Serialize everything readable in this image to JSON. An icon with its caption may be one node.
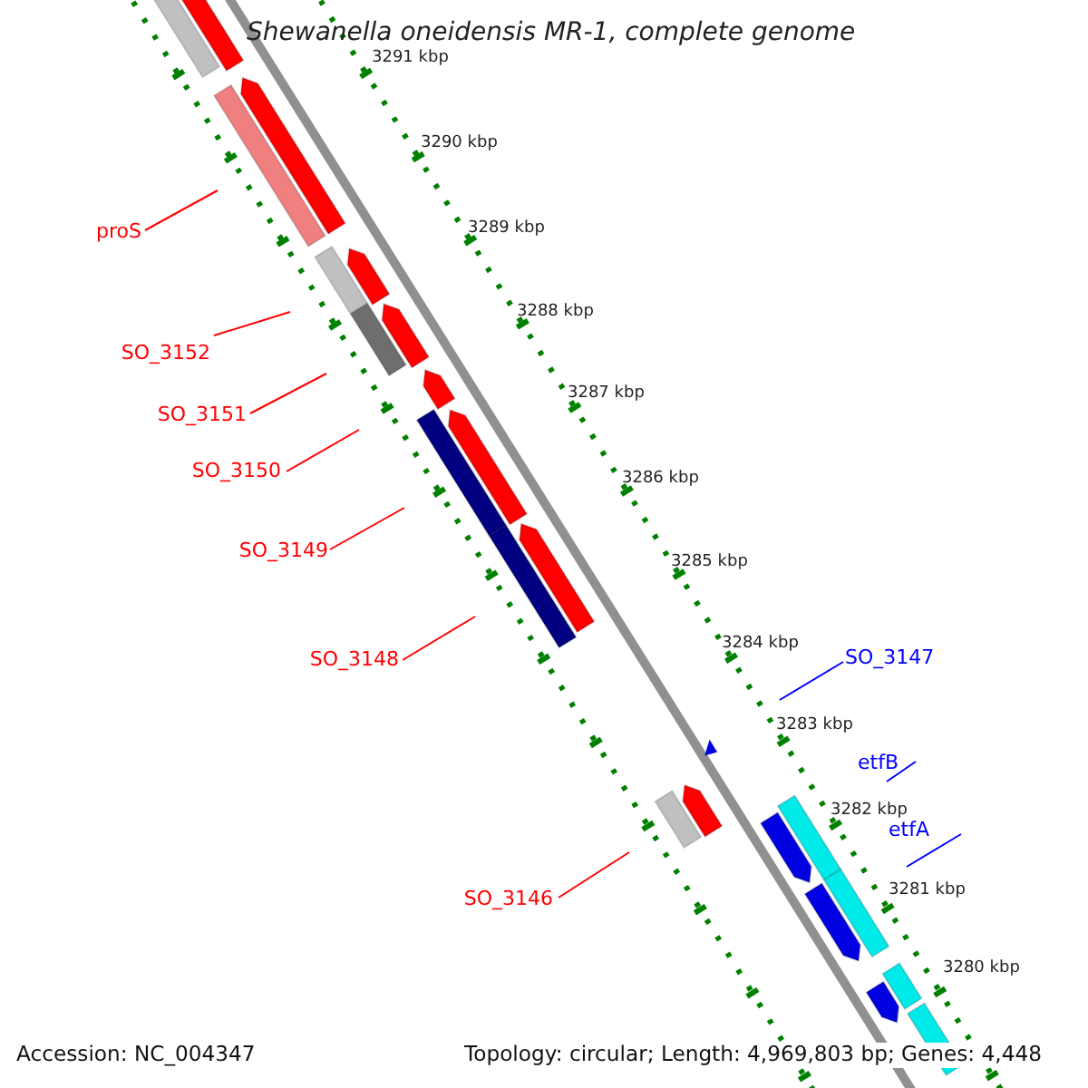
{
  "diagram": {
    "title": "Shewanella oneidensis MR-1, complete genome",
    "nodes": [
      {
        "text": [
          "proS"
        ]
      },
      {
        "text": [
          "SO_3152"
        ]
      },
      {
        "text": [
          "SO_3151"
        ]
      },
      {
        "text": [
          "SO_3150"
        ]
      },
      {
        "text": [
          "SO_3149"
        ]
      },
      {
        "text": [
          "SO_3148"
        ]
      },
      {
        "text": [
          "SO_3147"
        ]
      },
      {
        "text": [
          "etfB"
        ]
      },
      {
        "text": [
          "etfA"
        ]
      },
      {
        "text": [
          "SO_3146"
        ]
      }
    ],
    "edges": [
      {
        "from": 0,
        "to": null,
        "arrow": "none"
      },
      {
        "from": 1,
        "to": null,
        "arrow": "none"
      },
      {
        "from": 2,
        "to": null,
        "arrow": "none"
      },
      {
        "from": 3,
        "to": null,
        "arrow": "none"
      },
      {
        "from": 4,
        "to": null,
        "arrow": "none"
      },
      {
        "from": 5,
        "to": null,
        "arrow": "none"
      },
      {
        "from": 6,
        "to": null,
        "arrow": "none",
        "color": "#0000ff"
      },
      {
        "from": 7,
        "to": null,
        "arrow": "none",
        "color": "#0000ff"
      },
      {
        "from": 8,
        "to": null,
        "arrow": "none",
        "color": "#0000ff"
      },
      {
        "from": 9,
        "to": null,
        "arrow": "none"
      }
    ],
    "labels": [
      "3291 kbp",
      "3290 kbp",
      "3289 kbp",
      "3288 kbp",
      "3287 kbp",
      "3286 kbp",
      "3285 kbp",
      "3284 kbp",
      "3283 kbp",
      "3282 kbp",
      "3281 kbp",
      "3280 kbp",
      "Accession: NC_004347",
      "Topology: circular; Length: 4,969,803 bp; Genes: 4,448"
    ]
  }
}
